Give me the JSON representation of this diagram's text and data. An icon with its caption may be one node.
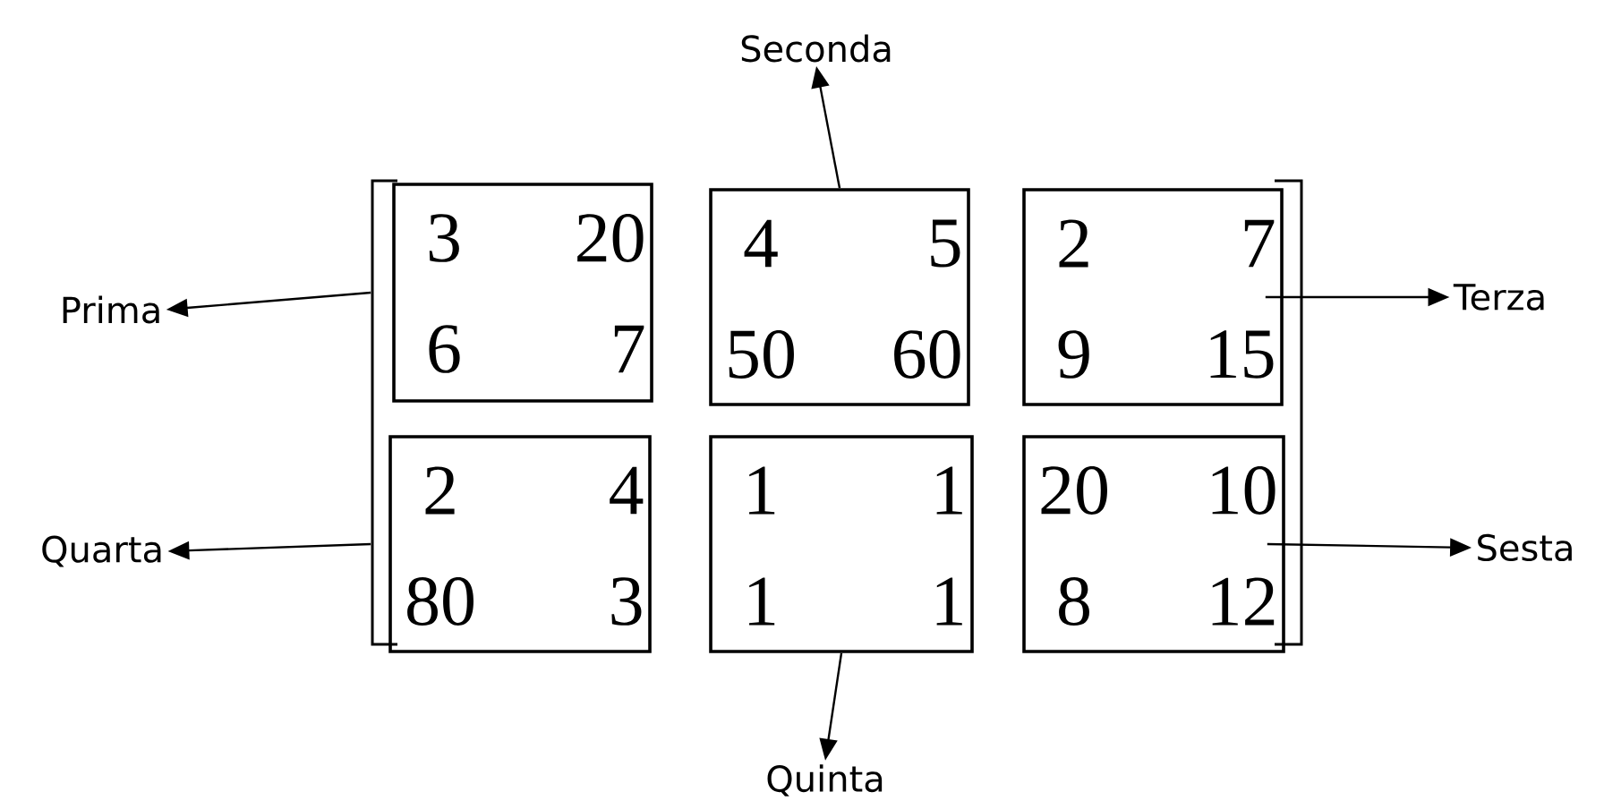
{
  "diagram": {
    "nodes": [
      {
        "text": [
          "Seconda"
        ]
      },
      {
        "text": [
          "Prima"
        ]
      },
      {
        "text": [
          "3",
          "20",
          "6",
          "7"
        ]
      },
      {
        "text": [
          "4",
          "5",
          "50",
          "60"
        ]
      },
      {
        "text": [
          "2",
          "7",
          "9",
          "15"
        ]
      },
      {
        "text": [
          "Terza"
        ]
      },
      {
        "text": [
          "Quarta"
        ]
      },
      {
        "text": [
          "2",
          "4",
          "80",
          "3"
        ]
      },
      {
        "text": [
          "1",
          "1",
          "1",
          "1"
        ]
      },
      {
        "text": [
          "20",
          "10",
          "8",
          "12"
        ]
      },
      {
        "text": [
          "Sesta"
        ]
      },
      {
        "text": [
          "Quinta"
        ]
      }
    ],
    "edges": [
      {
        "from": 2,
        "to": 1,
        "arrow": "to"
      },
      {
        "from": 3,
        "to": 0,
        "arrow": "to"
      },
      {
        "from": 4,
        "to": 5,
        "arrow": "to"
      },
      {
        "from": 7,
        "to": 6,
        "arrow": "to"
      },
      {
        "from": 8,
        "to": 11,
        "arrow": "to"
      },
      {
        "from": 9,
        "to": 10,
        "arrow": "to"
      }
    ]
  }
}
